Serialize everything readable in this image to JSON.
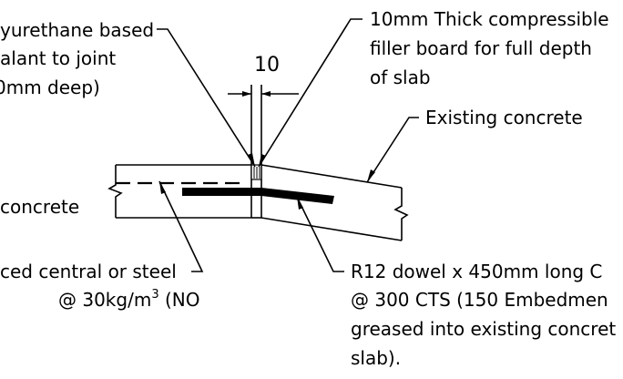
{
  "notes": {
    "sealant": {
      "line1": "yurethane based",
      "line2": "alant to joint",
      "line3": "0mm deep)"
    },
    "filler": {
      "line1": "10mm Thick compressible",
      "line2": "filler board for full depth",
      "line3": "of slab"
    },
    "existing_concrete": "Existing concrete",
    "new_concrete": "concrete",
    "dimension": "10",
    "dowel": {
      "line1": "R12 dowel x 450mm long C",
      "line2": "@ 300 CTS (150 Embedmen",
      "line3": "greased into existing concret",
      "line4": "slab)."
    },
    "reinforcement": {
      "line1": "ced central or steel",
      "line2_prefix": "@ 30kg/m",
      "line2_sup": "3",
      "line2_suffix": " (NO"
    }
  },
  "colors": {
    "ink": "#000000",
    "background": "#ffffff"
  }
}
